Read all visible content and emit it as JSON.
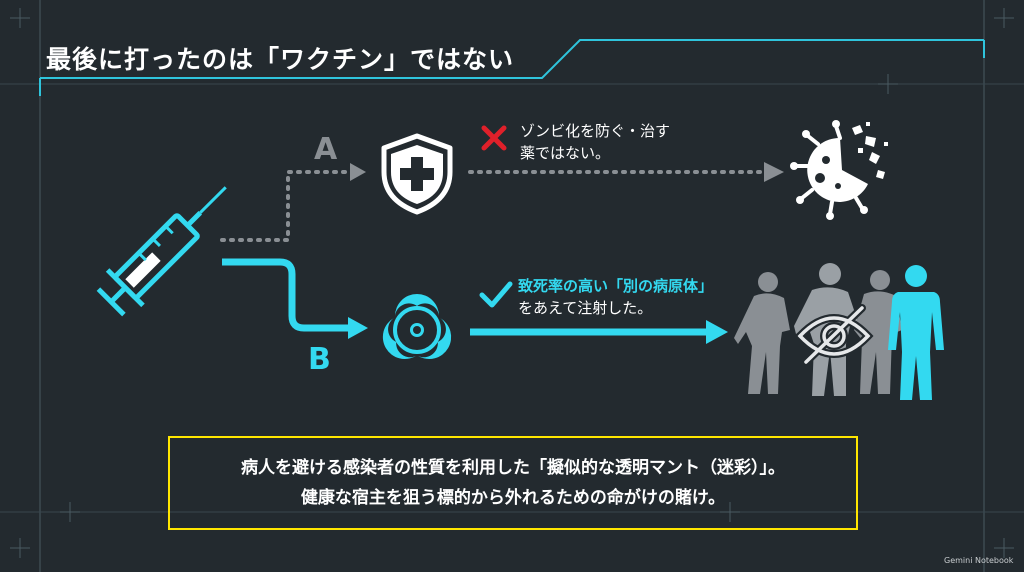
{
  "title": "最後に打ったのは「ワクチン」ではない",
  "path_a": {
    "label": "A",
    "note_line1": "ゾンビ化を防ぐ・治す",
    "note_line2": "薬ではない。"
  },
  "path_b": {
    "label": "B",
    "note_line1": "致死率の高い「別の病原体」",
    "note_line2": "をあえて注射した。"
  },
  "summary": {
    "line1": "病人を避ける感染者の性質を利用した「擬似的な透明マント（迷彩）」。",
    "line2": "健康な宿主を狙う標的から外れるための命がけの賭け。"
  },
  "footer": "Gemini Notebook",
  "colors": {
    "background": "#232a2f",
    "accent_cyan": "#33d9f0",
    "gray": "#8a8f94",
    "cross_red": "#e0202a",
    "border_yellow": "#ffe600"
  },
  "icons": [
    "syringe-icon",
    "shield-plus-icon",
    "cross-icon",
    "virus-icon",
    "biohazard-icon",
    "check-icon",
    "crowd-icon",
    "eye-slash-icon"
  ]
}
